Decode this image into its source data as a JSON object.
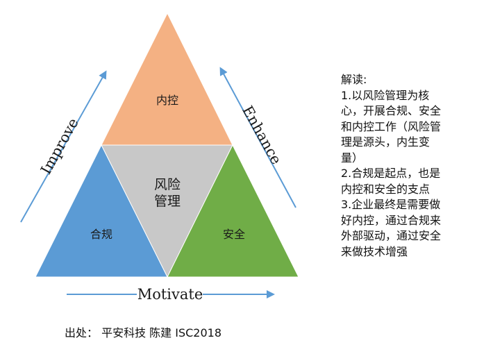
{
  "diagram": {
    "triangles": {
      "top": {
        "label": "内控",
        "color": "#F4B183"
      },
      "center": {
        "label_line1": "风险",
        "label_line2": "管理",
        "color": "#C8C8C8"
      },
      "left": {
        "label": "合规",
        "color": "#5B9BD5"
      },
      "right": {
        "label": "安全",
        "color": "#70AD47"
      }
    },
    "arrows": {
      "left": {
        "label": "Improve",
        "color": "#5B9BD5"
      },
      "right": {
        "label": "Enhance",
        "color": "#5B9BD5"
      },
      "bottom": {
        "label": "Motivate",
        "color": "#5B9BD5"
      }
    }
  },
  "notes": {
    "lines": [
      "解读:",
      "1.以风险管理为核",
      "心，开展合规、安全",
      "和内控工作（风险管",
      "理是源头，内生变",
      "量）",
      "2.合规是起点，也是",
      "内控和安全的支点",
      "3.企业最终是需要做",
      "好内控，通过合规来",
      "外部驱动，通过安全",
      "来做技术增强"
    ]
  },
  "source": {
    "text": "出处：  平安科技 陈建   ISC2018"
  }
}
